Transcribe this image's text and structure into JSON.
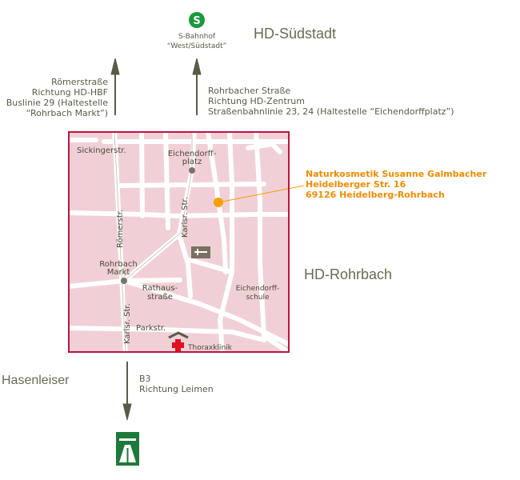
{
  "districts": {
    "suedstadt": "HD-Südstadt",
    "rohrbach": "HD-Rohrbach",
    "hasenleiser": "Hasenleiser"
  },
  "sbahn": {
    "symbol": "S",
    "line1": "S-Bahnhof",
    "line2": "“West/Südstadt”",
    "color": "#1a9a3a"
  },
  "directions": {
    "left": [
      "Römerstraße",
      "Richtung HD-HBF",
      "Buslinie 29 (Haltestelle",
      "“Rohrbach Markt”)"
    ],
    "right": [
      "Rohrbacher Straße",
      "Richtung HD-Zentrum",
      "Straßenbahnlinie 23, 24 (Haltestelle “Eichendorffplatz”)"
    ],
    "south": [
      "B3",
      "Richtung Leimen"
    ]
  },
  "address": [
    "Naturkosmetik Susanne Galmbacher",
    "Heidelberger Str. 16",
    "69126 Heidelberg-Rohrbach"
  ],
  "map": {
    "streets": {
      "sickinger": "Sickingerstr.",
      "eichendorff1": "Eichendorff-",
      "eichendorff2": "platz",
      "karlsr_upper": "Karlsr. Str.",
      "roemer": "Römerstr.",
      "markt1": "Rohrbach",
      "markt2": "Markt",
      "rathaus1": "Rathaus-",
      "rathaus2": "straße",
      "schule1": "Eichendorff-",
      "schule2": "schule",
      "park": "Parkstr.",
      "karlsr_lower": "Karlsr. Str.",
      "klinik": "Thoraxklinik"
    },
    "colors": {
      "border": "#c0143c",
      "fill": "#f0d0d6",
      "marker": "#f5a000"
    }
  }
}
